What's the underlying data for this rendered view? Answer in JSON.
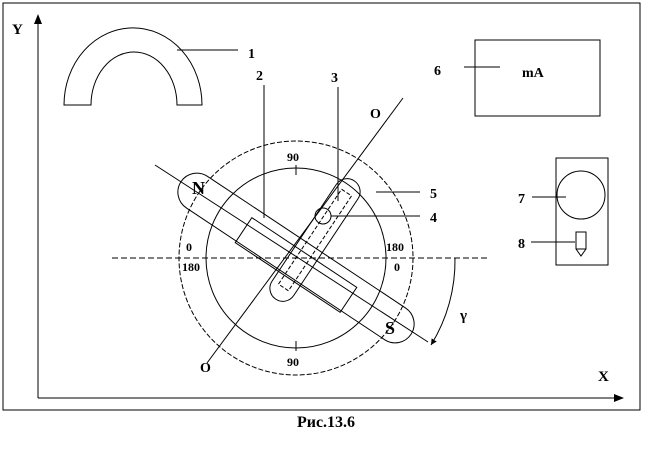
{
  "axes": {
    "x_label": "X",
    "y_label": "Y"
  },
  "poles": {
    "north": "N",
    "south": "S"
  },
  "axis_letters": {
    "o_top": "O",
    "o_bottom": "O"
  },
  "scale": {
    "top": "90",
    "bottom": "90",
    "left_upper": "0",
    "left_lower": "180",
    "right_upper": "180",
    "right_lower": "0"
  },
  "angle_label": "γ",
  "callouts": {
    "c1": "1",
    "c2": "2",
    "c3": "3",
    "c4": "4",
    "c5": "5",
    "c6": "6",
    "c7": "7",
    "c8": "8"
  },
  "meter_label": "mA",
  "caption": "Рис.13.6"
}
